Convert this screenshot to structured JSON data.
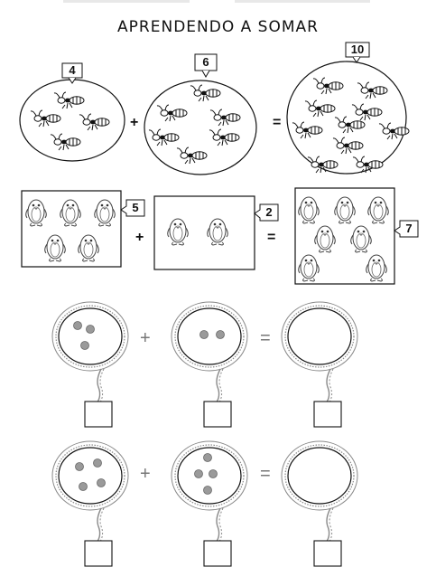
{
  "title": "APRENDENDO A SOMAR",
  "row1": {
    "a": "4",
    "b": "6",
    "result": "10",
    "plus": "+",
    "equals": "="
  },
  "row2": {
    "a": "5",
    "b": "2",
    "result": "7",
    "plus": "+",
    "equals": "="
  },
  "row3": {
    "plus": "+",
    "equals": "=",
    "dots_a": 3,
    "dots_b": 2
  },
  "row4": {
    "plus": "+",
    "equals": "=",
    "dots_a": 4,
    "dots_b": 4
  },
  "colors": {
    "line": "#111111",
    "faint": "#8a8a8a",
    "dot": "#9a9a9a"
  }
}
